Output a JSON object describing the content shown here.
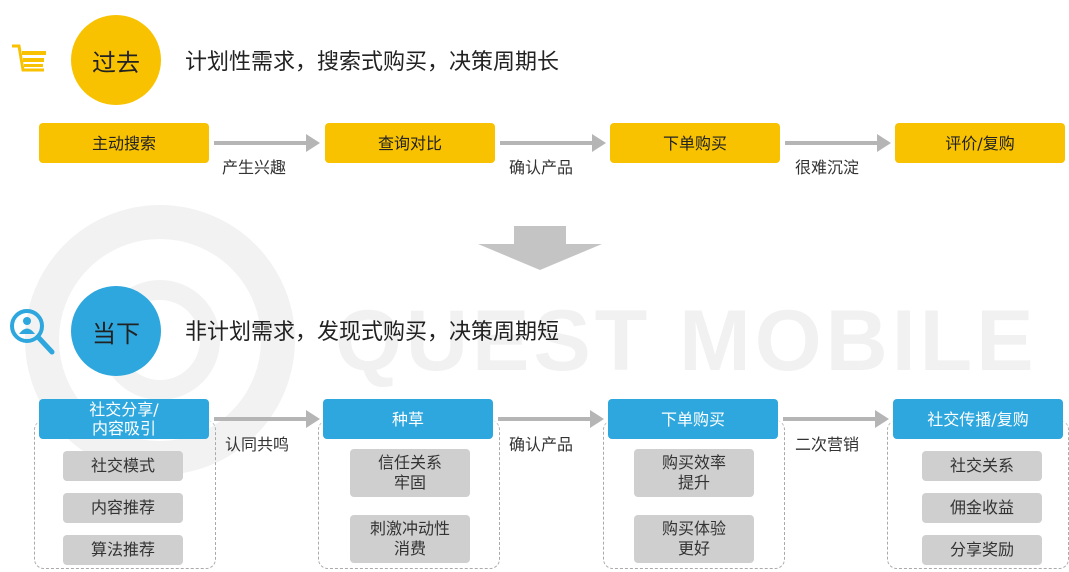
{
  "watermark": "QUEST MOBILE",
  "past": {
    "circle_label": "过去",
    "headline": "计划性需求，搜索式购买，决策周期长",
    "icon": "shopping-cart-icon",
    "color": "#f8c200",
    "steps": [
      "主动搜索",
      "查询对比",
      "下单购买",
      "评价/复购"
    ],
    "arrow_labels": [
      "产生兴趣",
      "确认产品",
      "很难沉淀"
    ]
  },
  "transition_arrow": "down-arrow-icon",
  "present": {
    "circle_label": "当下",
    "headline": "非计划需求，发现式购买，决策周期短",
    "icon": "magnifier-person-icon",
    "color": "#2da7de",
    "steps": [
      "社交分享/\n内容吸引",
      "种草",
      "下单购买",
      "社交传播/复购"
    ],
    "arrow_labels": [
      "认同共鸣",
      "确认产品",
      "二次营销"
    ],
    "groups": [
      [
        "社交模式",
        "内容推荐",
        "算法推荐"
      ],
      [
        "信任关系\n牢固",
        "刺激冲动性\n消费"
      ],
      [
        "购买效率\n提升",
        "购买体验\n更好"
      ],
      [
        "社交关系",
        "佣金收益",
        "分享奖励"
      ]
    ]
  }
}
